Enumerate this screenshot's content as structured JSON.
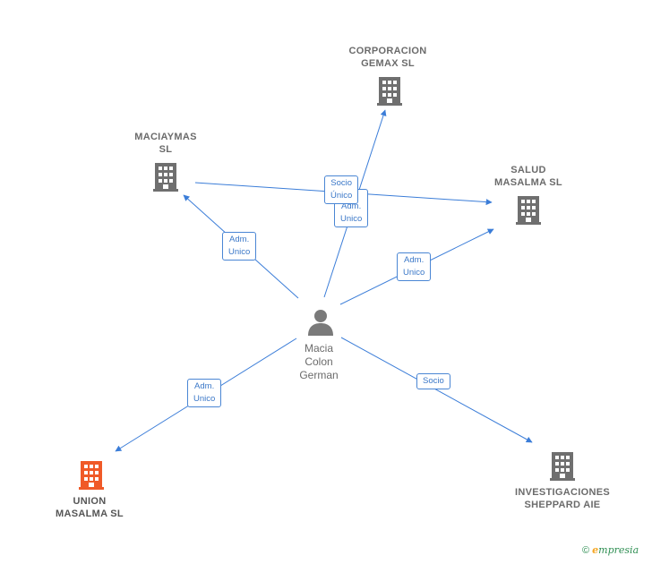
{
  "colors": {
    "edge": "#3b7dd8",
    "company_icon": "#6f6f6f",
    "highlight_icon": "#f05a28",
    "person_icon": "#7a7a7a"
  },
  "nodes": [
    {
      "id": "corporacion",
      "type": "company",
      "label": "CORPORACION\nGEMAX SL"
    },
    {
      "id": "maciaymas",
      "type": "company",
      "label": "MACIAYMAS\nSL"
    },
    {
      "id": "salud",
      "type": "company",
      "label": "SALUD\nMASALMA  SL"
    },
    {
      "id": "macia",
      "type": "person",
      "label": "Macia\nColon\nGerman"
    },
    {
      "id": "union",
      "type": "company-highlight",
      "label": "UNION\nMASALMA  SL"
    },
    {
      "id": "investigaciones",
      "type": "company",
      "label": "INVESTIGACIONES\nSHEPPARD AIE"
    }
  ],
  "edges": [
    {
      "id": "e1",
      "label": "Adm.\nUnico"
    },
    {
      "id": "e2",
      "label": "Adm.\nUnico"
    },
    {
      "id": "e3",
      "label": "Adm.\nUnico"
    },
    {
      "id": "e4",
      "label": "Socio"
    },
    {
      "id": "e5",
      "label": "Adm.\nUnico"
    },
    {
      "id": "e6",
      "label": "Socio\nÚnico"
    }
  ],
  "footer": {
    "copyright": "©",
    "brand_initial": "e",
    "brand_rest": "mpresia"
  }
}
